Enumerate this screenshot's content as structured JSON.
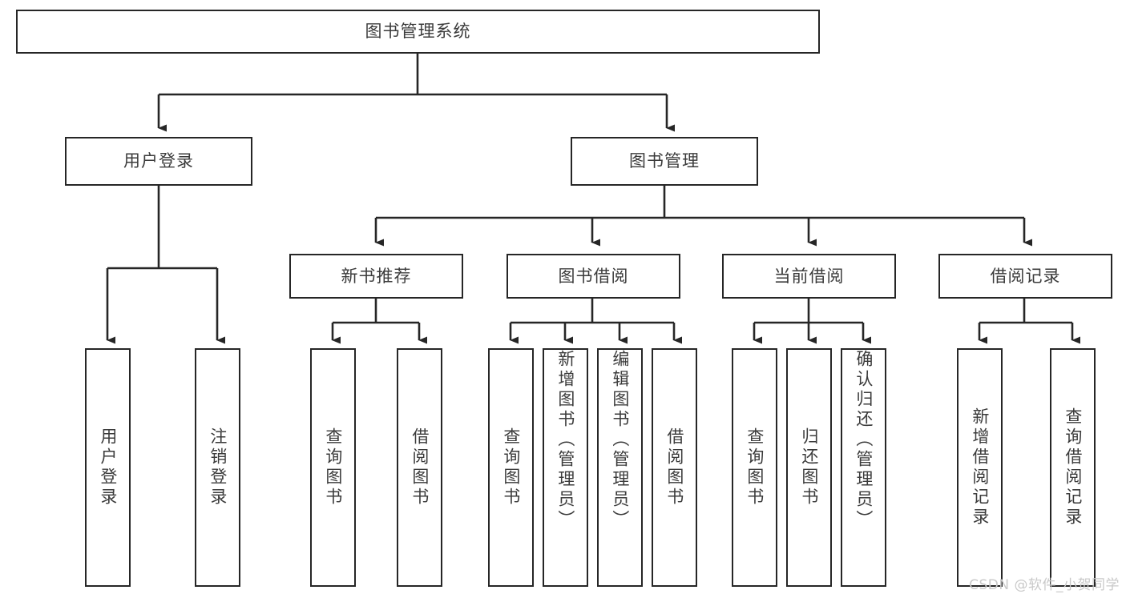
{
  "diagram": {
    "title_node": {
      "label": "图书管理系统"
    },
    "level2": [
      {
        "id": "user-login",
        "label": "用户登录"
      },
      {
        "id": "book-management",
        "label": "图书管理"
      }
    ],
    "level3": [
      {
        "id": "new-book-recommend",
        "label": "新书推荐"
      },
      {
        "id": "book-borrow",
        "label": "图书借阅"
      },
      {
        "id": "current-borrow",
        "label": "当前借阅"
      },
      {
        "id": "borrow-record",
        "label": "借阅记录"
      }
    ],
    "leaves": [
      {
        "id": "leaf-user-login",
        "label": "用户登录",
        "align": "center"
      },
      {
        "id": "leaf-logout-login",
        "label": "注销登录",
        "align": "center"
      },
      {
        "id": "leaf-query-book-1",
        "label": "查询图书",
        "align": "center"
      },
      {
        "id": "leaf-borrow-book-1",
        "label": "借阅图书",
        "align": "center"
      },
      {
        "id": "leaf-query-book-2",
        "label": "查询图书",
        "align": "center"
      },
      {
        "id": "leaf-add-book-admin",
        "label": "新增图书（管理员）",
        "align": "top"
      },
      {
        "id": "leaf-edit-book-admin",
        "label": "编辑图书（管理员）",
        "align": "top"
      },
      {
        "id": "leaf-borrow-book-2",
        "label": "借阅图书",
        "align": "center"
      },
      {
        "id": "leaf-query-book-3",
        "label": "查询图书",
        "align": "center"
      },
      {
        "id": "leaf-return-book",
        "label": "归还图书",
        "align": "center"
      },
      {
        "id": "leaf-confirm-return-admin",
        "label": "确认归还（管理员）",
        "align": "top"
      },
      {
        "id": "leaf-add-borrow-record",
        "label": "新增借阅记录",
        "align": "center"
      },
      {
        "id": "leaf-query-borrow-record",
        "label": "查询借阅记录",
        "align": "center"
      }
    ],
    "watermark": "CSDN @软件_小贺同学",
    "colors": {
      "stroke": "#262626",
      "text": "#3b3b3b",
      "background": "#ffffff",
      "watermark": "#c9c9c9"
    }
  }
}
